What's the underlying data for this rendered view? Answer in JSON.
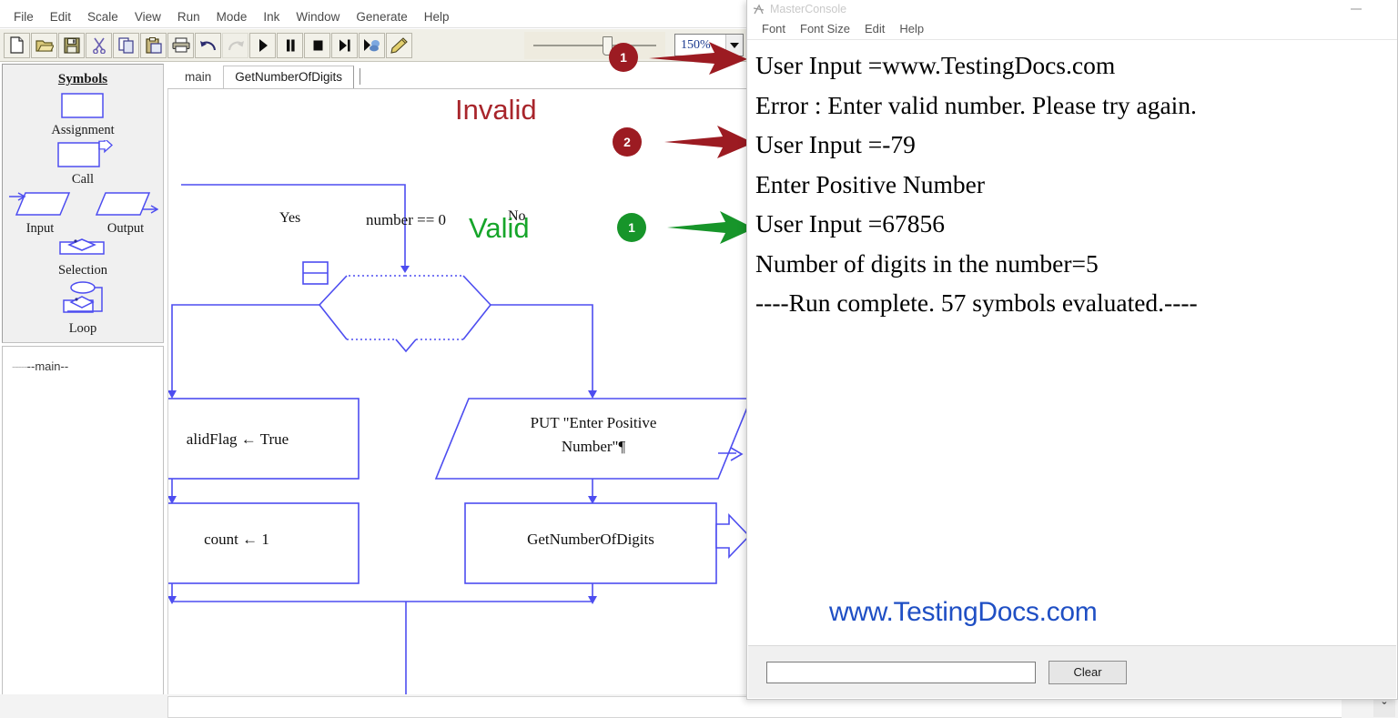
{
  "app": {
    "menu": [
      "File",
      "Edit",
      "Scale",
      "View",
      "Run",
      "Mode",
      "Ink",
      "Window",
      "Generate",
      "Help"
    ],
    "toolbar": [
      {
        "name": "new-file-icon",
        "title": "New"
      },
      {
        "name": "open-folder-icon",
        "title": "Open"
      },
      {
        "name": "save-disk-icon",
        "title": "Save"
      },
      {
        "name": "cut-scissors-icon",
        "title": "Cut"
      },
      {
        "name": "copy-icon",
        "title": "Copy"
      },
      {
        "name": "paste-clipboard-icon",
        "title": "Paste"
      },
      {
        "name": "print-icon",
        "title": "Print"
      },
      {
        "name": "undo-arrow-icon",
        "title": "Undo"
      },
      {
        "name": "redo-arrow-icon",
        "title": "Redo"
      },
      {
        "name": "run-play-icon",
        "title": "Run"
      },
      {
        "name": "pause-icon",
        "title": "Pause"
      },
      {
        "name": "stop-icon",
        "title": "Stop"
      },
      {
        "name": "step-icon",
        "title": "Step"
      },
      {
        "name": "step-into-icon",
        "title": "Step Into"
      },
      {
        "name": "pen-icon",
        "title": "Ink Pen"
      }
    ],
    "zoom": {
      "value": "150%",
      "slider_percent": 55
    }
  },
  "symbols_panel": {
    "title": "Symbols",
    "items": [
      {
        "label": "Assignment",
        "icon": "assignment-rect-icon"
      },
      {
        "label": "Call",
        "icon": "call-rect-icon"
      },
      {
        "label": "Input",
        "icon": "input-parallelogram-icon"
      },
      {
        "label": "Output",
        "icon": "output-parallelogram-icon"
      },
      {
        "label": "Selection",
        "icon": "selection-diamond-icon"
      },
      {
        "label": "Loop",
        "icon": "loop-icon"
      }
    ]
  },
  "tree_panel": {
    "items": [
      {
        "dots": "-----",
        "label": "--main--"
      }
    ]
  },
  "tabs": [
    {
      "label": "main",
      "active": false
    },
    {
      "label": "GetNumberOfDigits",
      "active": true
    }
  ],
  "flowchart": {
    "decision": "number == 0",
    "branch_yes": "Yes",
    "branch_no": "No",
    "boxes": [
      {
        "name": "assignment-validflag",
        "text": "alidFlag ← True",
        "shape": "rect"
      },
      {
        "name": "output-enter-positive",
        "text_line1": "PUT \"Enter Positive",
        "text_line2": "Number\"¶",
        "shape": "parallelogram"
      },
      {
        "name": "assignment-count",
        "text": "count ← 1",
        "shape": "rect"
      },
      {
        "name": "call-getnumberofdigits",
        "text": "GetNumberOfDigits",
        "shape": "call"
      }
    ],
    "line_color": "#4d4df0"
  },
  "annotations": {
    "invalid_label": "Invalid",
    "valid_label": "Valid",
    "invalid_color": "#a8252b",
    "valid_color": "#16a52a",
    "markers": [
      {
        "number": "1",
        "color": "#9c1b22",
        "kind": "red"
      },
      {
        "number": "2",
        "color": "#9c1b22",
        "kind": "red"
      },
      {
        "number": "1",
        "color": "#17952a",
        "kind": "green"
      }
    ]
  },
  "console": {
    "title": "MasterConsole",
    "menu": [
      "Font",
      "Font Size",
      "Edit",
      "Help"
    ],
    "output_lines": [
      "User Input =www.TestingDocs.com",
      "Error : Enter valid number. Please try again.",
      "User Input =-79",
      "Enter Positive Number",
      "User Input =67856",
      "Number of digits in the number=5",
      "----Run complete.  57 symbols evaluated.----"
    ],
    "watermark": "www.TestingDocs.com",
    "input_value": "",
    "input_placeholder": "",
    "clear_label": "Clear",
    "minimize_icon": "minimize-icon"
  },
  "statusbar": {
    "scroll_down_icon": "ˇ"
  }
}
